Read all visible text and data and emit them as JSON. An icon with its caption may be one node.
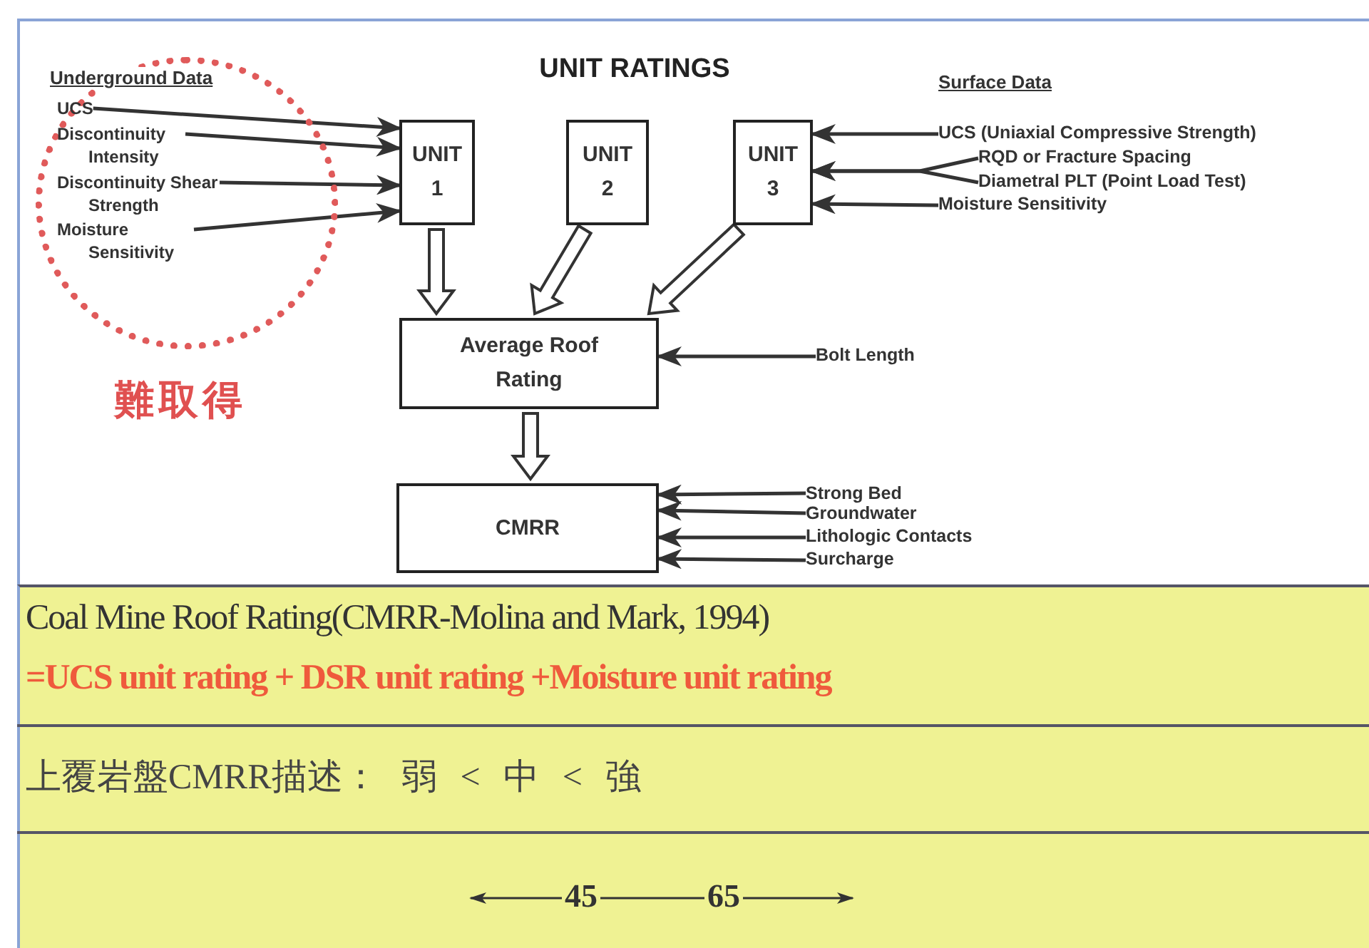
{
  "diagram": {
    "title": "UNIT RATINGS",
    "nodes": [
      {
        "text": [],
        "shape": "circle",
        "beside": [
          "難取得"
        ]
      },
      {
        "text": [
          "UCS"
        ],
        "in": 0
      },
      {
        "text": [
          "Discontinuity Intensity"
        ],
        "in": 0
      },
      {
        "text": [
          "Discontinuity Shear Strength"
        ],
        "in": 0
      },
      {
        "text": [
          "Moisture Sensitivity"
        ],
        "in": 0
      },
      {
        "text": [
          "UNIT 1"
        ]
      },
      {
        "text": [
          "UNIT 2"
        ]
      },
      {
        "text": [
          "UNIT 3"
        ]
      },
      {
        "text": [
          "UCS (Uniaxial Compressive Strength)"
        ]
      },
      {
        "text": [
          "RQD or Fracture Spacing"
        ]
      },
      {
        "text": [
          "Diametral PLT (Point Load Test)"
        ]
      },
      {
        "text": [
          "Moisture Sensitivity"
        ]
      },
      {
        "text": [
          "Average Roof Rating"
        ]
      },
      {
        "text": [
          "Bolt Length"
        ]
      },
      {
        "text": [
          "CMRR"
        ]
      },
      {
        "text": [
          "Strong Bed"
        ]
      },
      {
        "text": [
          "Groundwater"
        ]
      },
      {
        "text": [
          "Lithologic Contacts"
        ]
      },
      {
        "text": [
          "Surcharge"
        ]
      }
    ],
    "edges": [
      {
        "from": 1,
        "to": 5,
        "arrow": "to"
      },
      {
        "from": 2,
        "to": 5,
        "arrow": "to"
      },
      {
        "from": 3,
        "to": 5,
        "arrow": "to"
      },
      {
        "from": 4,
        "to": 5,
        "arrow": "to"
      },
      {
        "from": 5,
        "to": 12,
        "arrow": "to",
        "style": "thick"
      },
      {
        "from": 6,
        "to": 12,
        "arrow": "to",
        "style": "thick"
      },
      {
        "from": 7,
        "to": 12,
        "arrow": "to",
        "style": "thick"
      },
      {
        "from": 12,
        "to": 14,
        "arrow": "to",
        "style": "thick"
      },
      {
        "from": 8,
        "to": 7,
        "arrow": "to"
      },
      {
        "from": 9,
        "to": 7,
        "arrow": "to"
      },
      {
        "from": 10,
        "to": 7,
        "arrow": "to"
      },
      {
        "from": 11,
        "to": 7,
        "arrow": "to"
      },
      {
        "from": 13,
        "to": 12,
        "arrow": "to"
      },
      {
        "from": 15,
        "to": 14,
        "arrow": "to"
      },
      {
        "from": 16,
        "to": 14,
        "arrow": "to"
      },
      {
        "from": 17,
        "to": 14,
        "arrow": "to"
      },
      {
        "from": 18,
        "to": 14,
        "arrow": "to"
      }
    ],
    "labels": [
      "Underground Data",
      "Surface Data",
      "Coal Mine Roof Rating(CMRR-Molina and Mark, 1994)",
      "=UCS unit rating + DSR unit rating +Moisture unit rating",
      "上覆岩盤CMRR描述： 弱 < 中 < 強",
      "45",
      "65"
    ]
  }
}
